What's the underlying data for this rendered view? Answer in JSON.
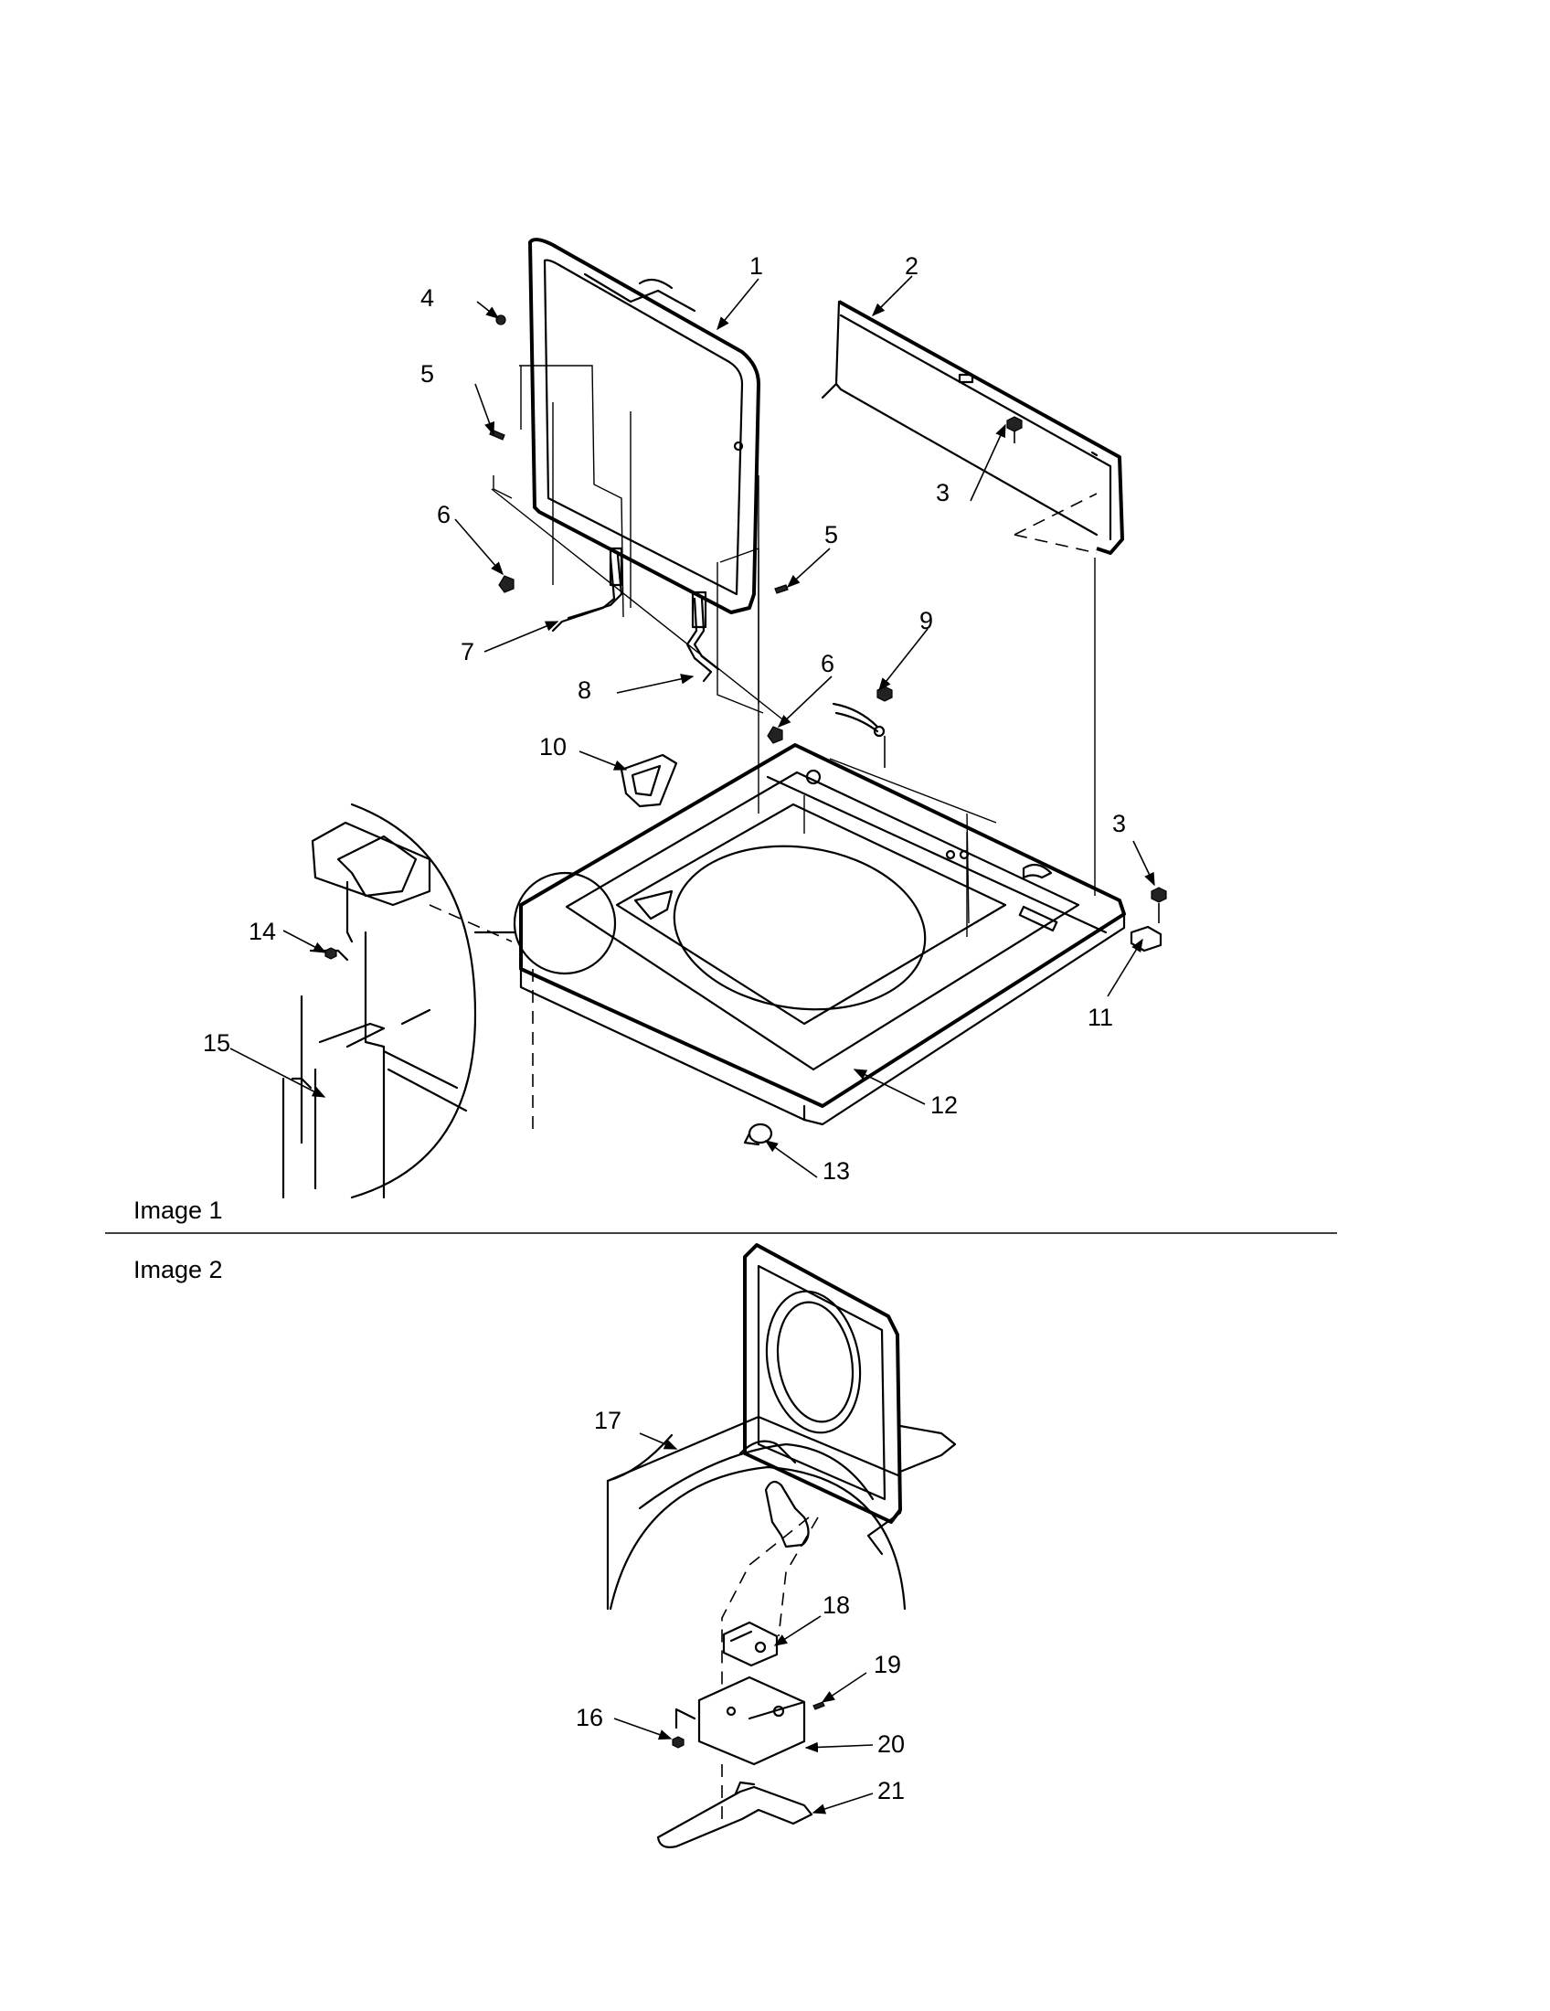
{
  "captions": {
    "image1": "Image 1",
    "image2": "Image 2"
  },
  "callouts": {
    "c1": "1",
    "c2": "2",
    "c3a": "3",
    "c3b": "3",
    "c4": "4",
    "c5a": "5",
    "c5b": "5",
    "c6a": "6",
    "c6b": "6",
    "c7": "7",
    "c8": "8",
    "c9": "9",
    "c10": "10",
    "c11": "11",
    "c12": "12",
    "c13": "13",
    "c14": "14",
    "c15": "15",
    "c16": "16",
    "c17": "17",
    "c18": "18",
    "c19": "19",
    "c20": "20",
    "c21": "21"
  }
}
